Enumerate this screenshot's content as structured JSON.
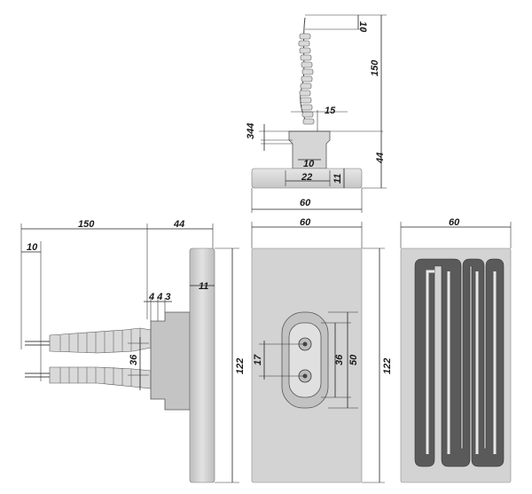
{
  "top_view": {
    "dims": {
      "wire_tip": "10",
      "wire_length": "150",
      "neck": "15",
      "step1": "3",
      "step2": "4",
      "step3": "4",
      "boss": "10",
      "base_width": "22",
      "body_height": "44",
      "plate_thick": "11",
      "total_width": "60"
    }
  },
  "side_view": {
    "dims": {
      "wire_length": "150",
      "body_depth": "44",
      "wire_tip": "10",
      "step1": "4",
      "step2": "4",
      "step3": "3",
      "plate_thick": "11",
      "wire_spacing": "36",
      "height": "122"
    }
  },
  "front_view": {
    "dims": {
      "width": "60",
      "pin_spacing": "17",
      "socket_inner": "36",
      "socket_outer": "50",
      "height": "122"
    }
  },
  "rear_view": {
    "dims": {
      "width": "60"
    }
  }
}
